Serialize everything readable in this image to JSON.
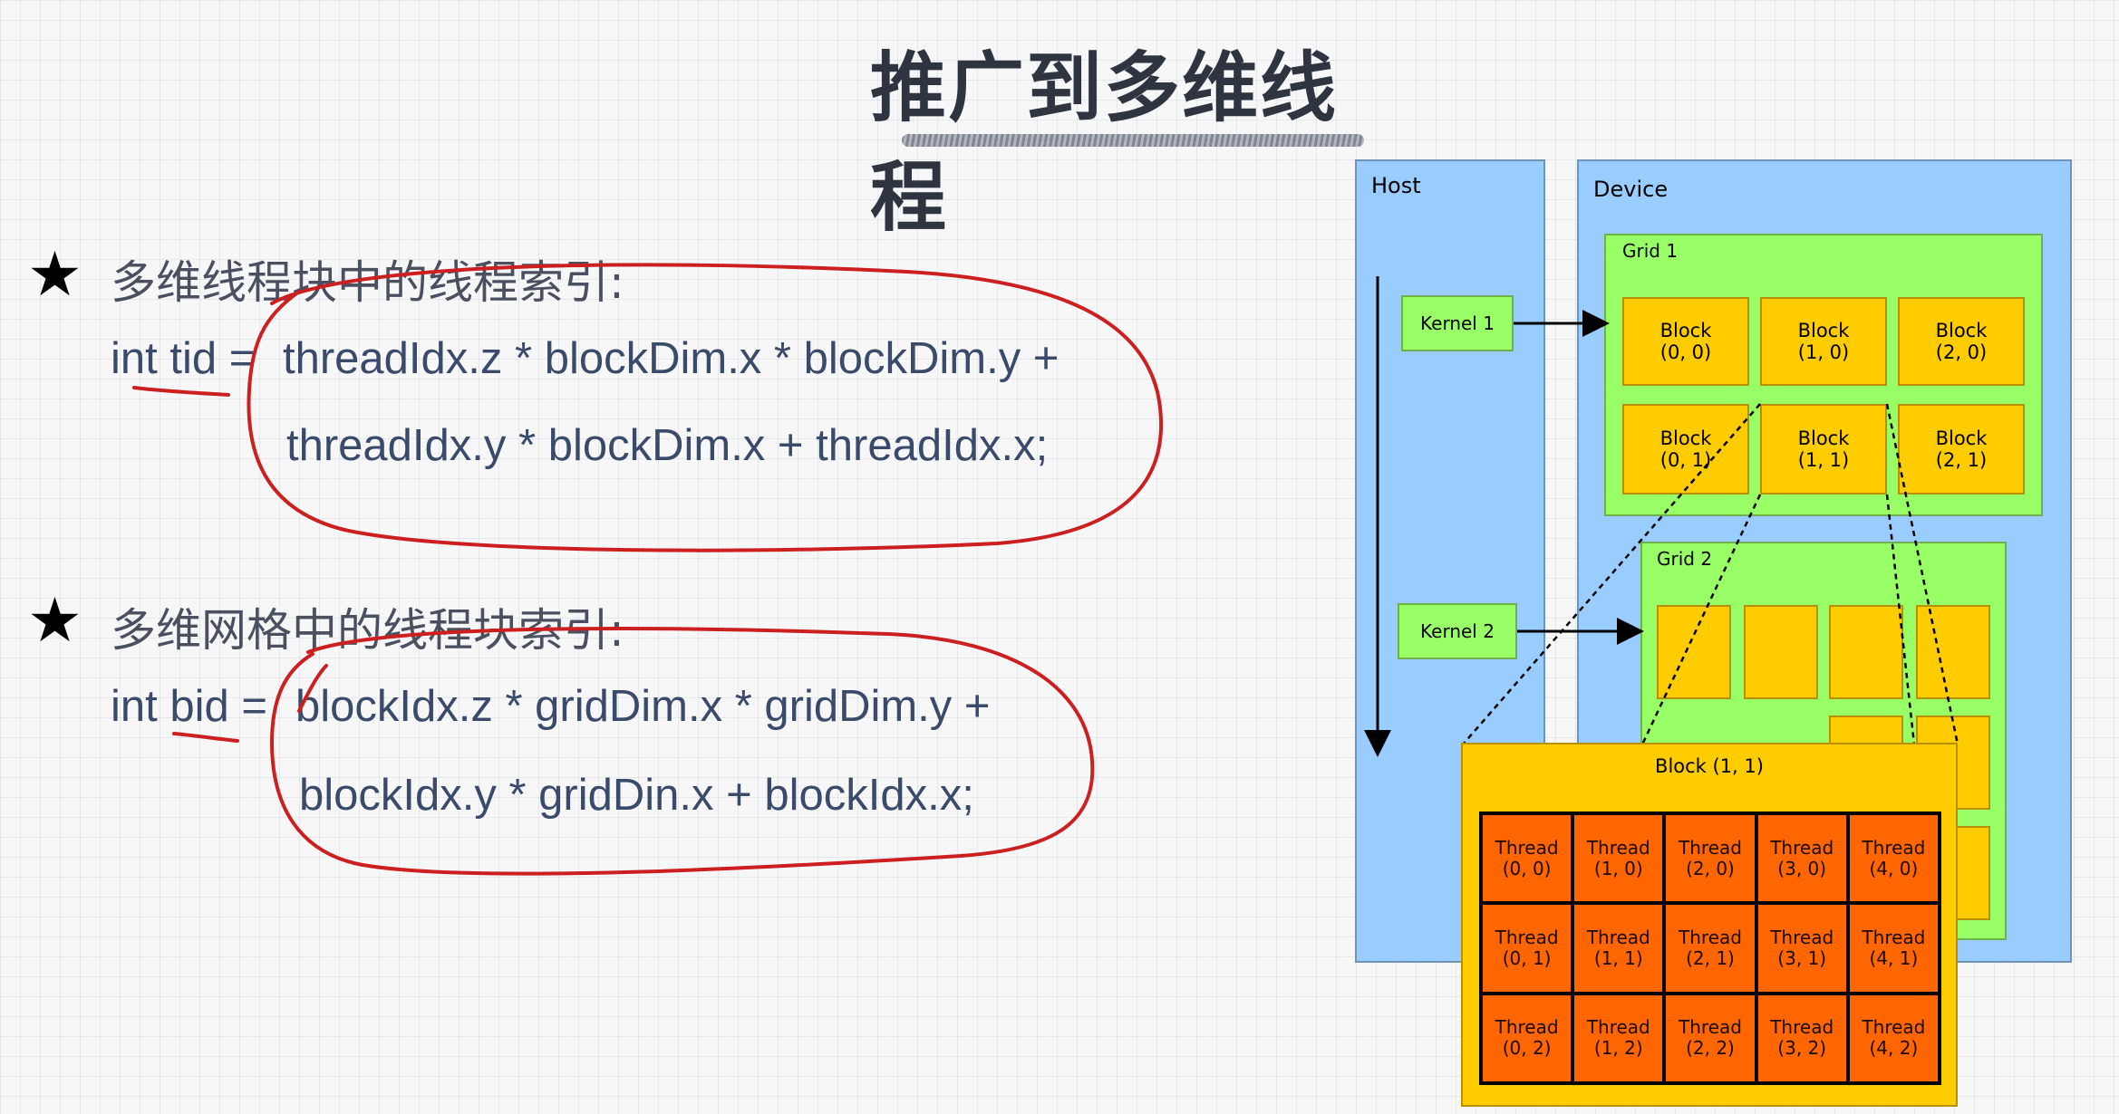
{
  "title": "推广到多维线程",
  "sections": [
    {
      "heading": "多维线程块中的线程索引:",
      "code_line1_prefix": "int tid = ",
      "code_line1_rest": "threadIdx.z * blockDim.x * blockDim.y +",
      "code_line2": "threadIdx.y * blockDim.x + threadIdx.x;"
    },
    {
      "heading": "多维网格中的线程块索引:",
      "code_line1_prefix": "int bid = ",
      "code_line1_rest": "blockIdx.z * gridDim.x * gridDim.y +",
      "code_line2": "blockIdx.y * gridDin.x + blockIdx.x;"
    }
  ],
  "diagram": {
    "host_label": "Host",
    "device_label": "Device",
    "kernel1_label": "Kernel 1",
    "kernel2_label": "Kernel 2",
    "grid1_label": "Grid 1",
    "grid2_label": "Grid 2",
    "grid1_blocks": [
      [
        "Block",
        "(0, 0)"
      ],
      [
        "Block",
        "(1, 0)"
      ],
      [
        "Block",
        "(2, 0)"
      ],
      [
        "Block",
        "(0, 1)"
      ],
      [
        "Block",
        "(1, 1)"
      ],
      [
        "Block",
        "(2, 1)"
      ]
    ],
    "block_detail_label": "Block (1, 1)",
    "threads": [
      [
        "Thread",
        "(0, 0)"
      ],
      [
        "Thread",
        "(1, 0)"
      ],
      [
        "Thread",
        "(2, 0)"
      ],
      [
        "Thread",
        "(3, 0)"
      ],
      [
        "Thread",
        "(4, 0)"
      ],
      [
        "Thread",
        "(0, 1)"
      ],
      [
        "Thread",
        "(1, 1)"
      ],
      [
        "Thread",
        "(2, 1)"
      ],
      [
        "Thread",
        "(3, 1)"
      ],
      [
        "Thread",
        "(4, 1)"
      ],
      [
        "Thread",
        "(0, 2)"
      ],
      [
        "Thread",
        "(1, 2)"
      ],
      [
        "Thread",
        "(2, 2)"
      ],
      [
        "Thread",
        "(3, 2)"
      ],
      [
        "Thread",
        "(4, 2)"
      ]
    ]
  },
  "colors": {
    "host_device": "#99ccff",
    "grid": "#99ff66",
    "block": "#ffcc00",
    "thread": "#ff6600",
    "annotation_ink": "#cc1f1f"
  }
}
